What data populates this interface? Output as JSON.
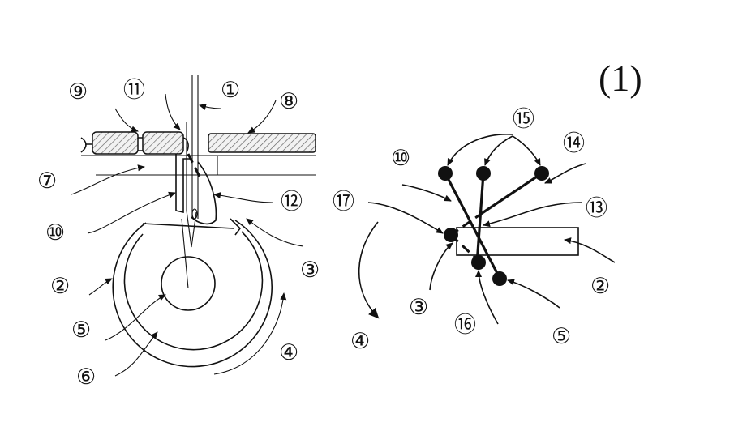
{
  "figure": {
    "title": "(1)"
  },
  "left_diagram": {
    "labels": [
      "①",
      "②",
      "③",
      "④",
      "⑤",
      "⑥",
      "⑦",
      "⑧",
      "⑨",
      "⑩",
      "⑪",
      "⑫"
    ]
  },
  "right_diagram": {
    "labels": [
      "②",
      "③",
      "④",
      "⑤",
      "⑩",
      "⑬",
      "⑭",
      "⑮",
      "⑯",
      "⑰"
    ]
  }
}
